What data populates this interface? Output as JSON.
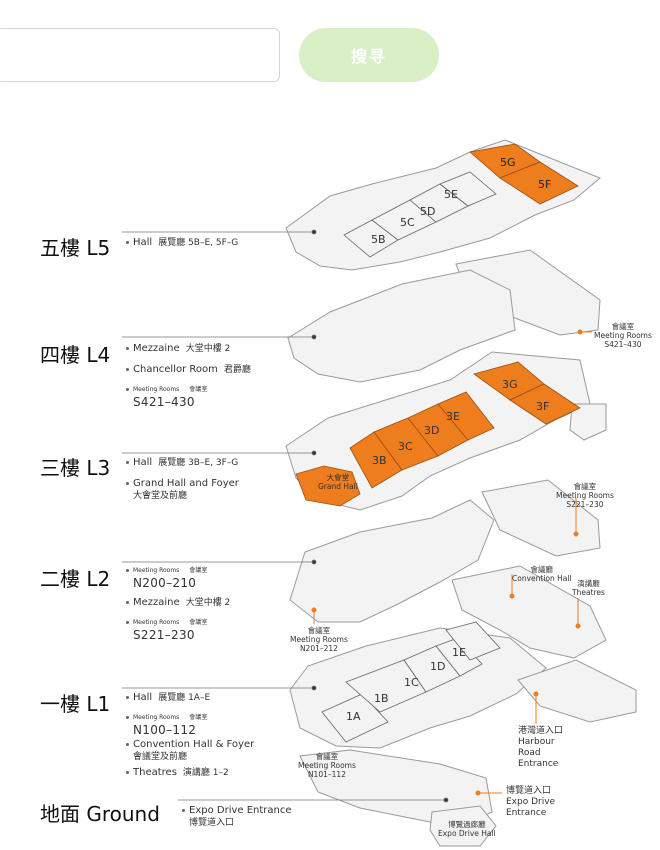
{
  "search": {
    "placeholder": "",
    "button_label": "搜寻"
  },
  "colors": {
    "hall": "#ee7d1d",
    "floor": "#f3f3f3",
    "outline": "#9a9a9a",
    "button_bg": "#d9f0c6"
  },
  "floors": [
    {
      "id": "l5",
      "title": "五樓 L5",
      "items": [
        {
          "label": "Hall",
          "zh": "展覽廳 5B–E, 5F–G"
        }
      ]
    },
    {
      "id": "l4",
      "title": "四樓 L4",
      "items": [
        {
          "label": "Mezzaine",
          "zh": "大堂中樓 2"
        },
        {
          "label": "Chancellor Room",
          "zh": "君爵廳"
        },
        {
          "caption": "Meeting Rooms",
          "zh": "會議室",
          "value": "S421–430"
        }
      ]
    },
    {
      "id": "l3",
      "title": "三樓 L3",
      "items": [
        {
          "label": "Hall",
          "zh": "展覽廳 3B–E, 3F–G"
        },
        {
          "label": "Grand Hall and Foyer",
          "zh": "大會堂及前廳"
        }
      ]
    },
    {
      "id": "l2",
      "title": "二樓 L2",
      "items": [
        {
          "caption": "Meeting Rooms",
          "zh": "會議室",
          "value": "N200–210"
        },
        {
          "label": "Mezzaine",
          "zh": "大堂中樓 2"
        },
        {
          "caption": "Meeting Rooms",
          "zh": "會議室",
          "value": "S221–230"
        }
      ]
    },
    {
      "id": "l1",
      "title": "一樓 L1",
      "items": [
        {
          "label": "Hall",
          "zh": "展覽廳 1A–E"
        },
        {
          "caption": "Meeting Rooms",
          "zh": "會議室",
          "value": "N100–112"
        },
        {
          "label": "Convention Hall & Foyer",
          "zh": "會議堂及前廳"
        },
        {
          "label": "Theatres",
          "zh": "演講廳 1–2"
        }
      ]
    },
    {
      "id": "g",
      "title": "地面 Ground",
      "items": [
        {
          "label": "Expo Drive Entrance",
          "zh": "博覽道入口"
        }
      ]
    }
  ],
  "halls": {
    "l5": [
      "5B",
      "5C",
      "5D",
      "5E",
      "5F",
      "5G"
    ],
    "l3": [
      "3B",
      "3C",
      "3D",
      "3E",
      "3F",
      "3G"
    ],
    "l1": [
      "1A",
      "1B",
      "1C",
      "1D",
      "1E"
    ]
  },
  "callouts": {
    "l4_meeting": {
      "zh": "會議室",
      "en": "Meeting Rooms",
      "value": "S421–430"
    },
    "l3_grand": {
      "zh": "大會堂",
      "en": "Grand Hall"
    },
    "l2_meeting_s": {
      "zh": "會議室",
      "en": "Meeting Rooms",
      "value": "S221–230"
    },
    "l2_convention": {
      "zh": "會議廳",
      "en": "Convention Hall"
    },
    "l2_theatres": {
      "zh": "演講廳",
      "en": "Theatres"
    },
    "l2_meeting_n": {
      "zh": "會議室",
      "en": "Meeting Rooms",
      "value": "N201–212"
    },
    "l1_meeting": {
      "zh": "會議室",
      "en": "Meeting Rooms",
      "value": "N101–112"
    },
    "harbour": {
      "zh": "港灣道入口",
      "en1": "Harbour",
      "en2": "Road",
      "en3": "Entrance"
    },
    "expo": {
      "zh": "博覽道入口",
      "en1": "Expo Drive",
      "en2": "Entrance"
    },
    "expo_hall": {
      "zh": "博覽過廊廳",
      "en": "Expo Drive Hall"
    }
  }
}
